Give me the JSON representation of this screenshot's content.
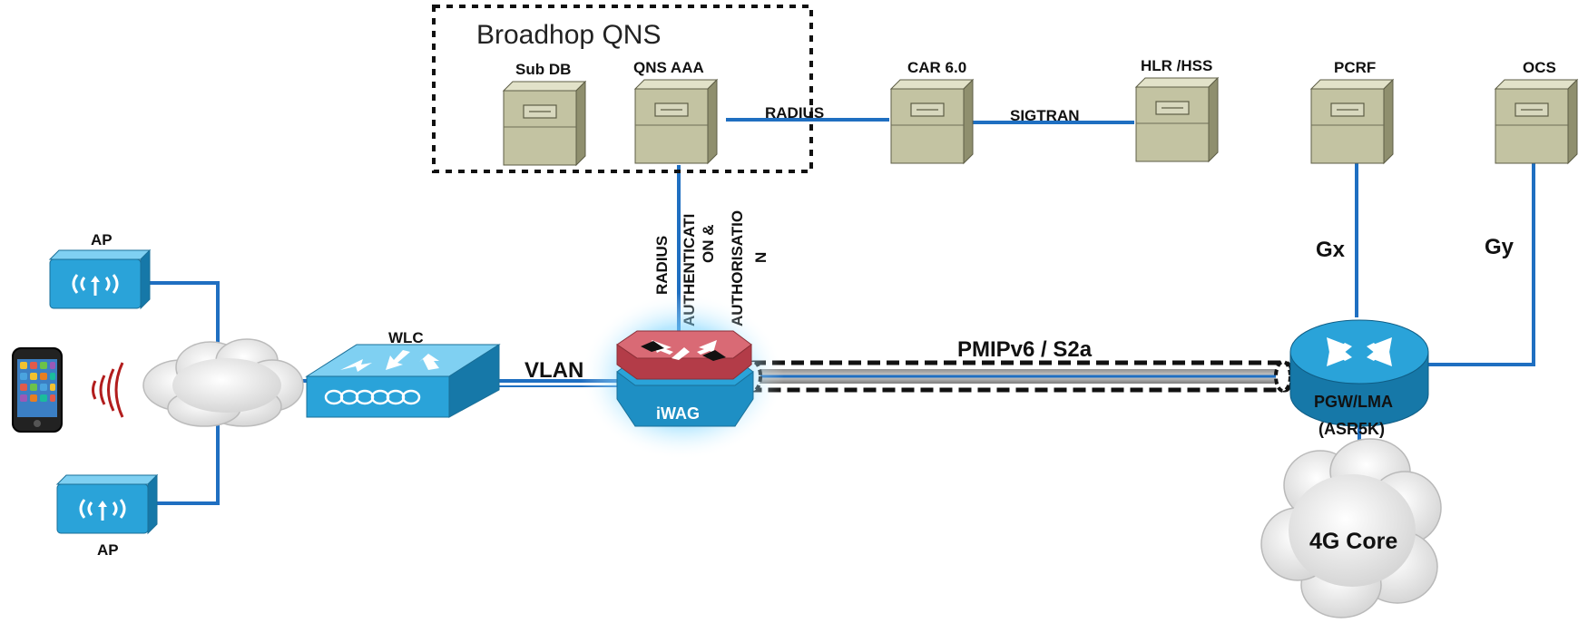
{
  "group": {
    "title": "Broadhop QNS"
  },
  "servers": {
    "subdb": "Sub DB",
    "qnsaaa": "QNS AAA",
    "car": "CAR 6.0",
    "hlr": "HLR /HSS",
    "pcrf": "PCRF",
    "ocs": "OCS"
  },
  "links": {
    "radius_top": "RADIUS",
    "sigtran": "SIGTRAN",
    "radius_vertical": "RADIUS",
    "auth_line1": "AUTHENTICATI",
    "auth_line2": "ON &",
    "auth_line3": "AUTHORISATIO",
    "auth_line4": "N",
    "vlan": "VLAN",
    "tunnel": "PMIPv6 / S2a",
    "gx": "Gx",
    "gy": "Gy"
  },
  "devices": {
    "ap_top": "AP",
    "ap_bottom": "AP",
    "wlc": "WLC",
    "iwag": "iWAG",
    "pgw_line1": "PGW/LMA",
    "pgw_line2": "(ASR5K)",
    "core": "4G Core"
  },
  "colors": {
    "link_blue": "#1f6fc1",
    "device_blue": "#2aa3d9",
    "iwag_red": "#c1505a",
    "server_body": "#c3c3a2"
  }
}
